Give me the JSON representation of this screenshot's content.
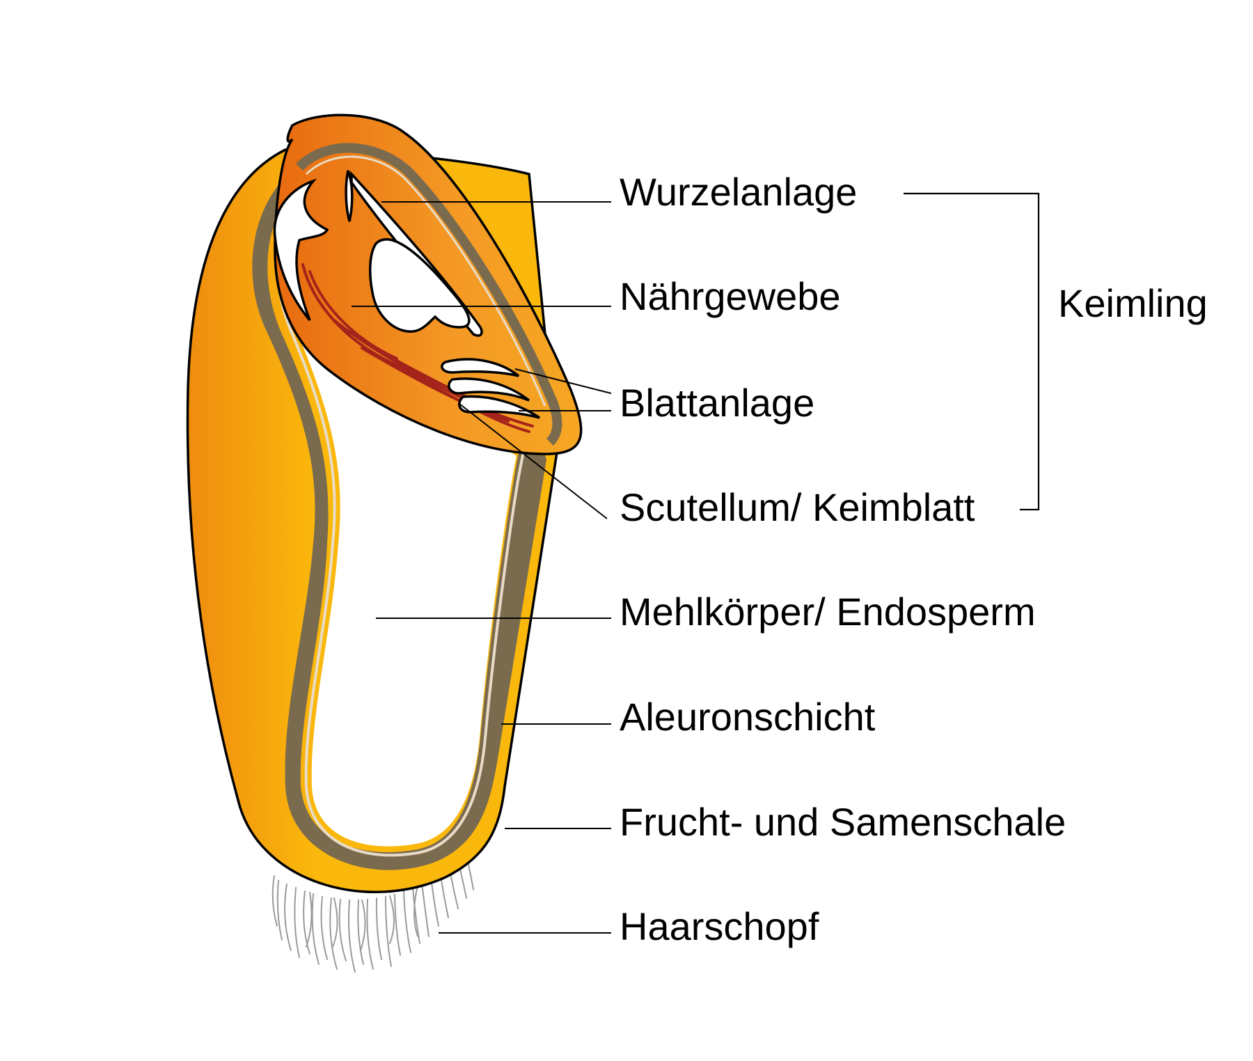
{
  "labels": {
    "wurzelanlage": "Wurzelanlage",
    "naehrgewebe": "Nährgewebe",
    "blattanlage": "Blattanlage",
    "scutellum": "Scutellum/ Keimblatt",
    "mehlkoerper": "Mehlkörper/ Endosperm",
    "aleuronschicht": "Aleuronschicht",
    "fruchtschale": "Frucht- und Samenschale",
    "haarschopf": "Haarschopf"
  },
  "group": {
    "keimling": "Keimling"
  },
  "colors": {
    "shell_light": "#FBB80C",
    "shell_dark": "#EF8C0E",
    "embryo_light": "#F6A723",
    "embryo_dark": "#E86A0F",
    "aleurone": "#7A6A4E",
    "aleurone_highlight": "#E8DCC8",
    "scutellum_marks": "#A4231A",
    "hairs": "#9A9A9A",
    "outline": "#000000",
    "background": "#FFFFFF"
  }
}
